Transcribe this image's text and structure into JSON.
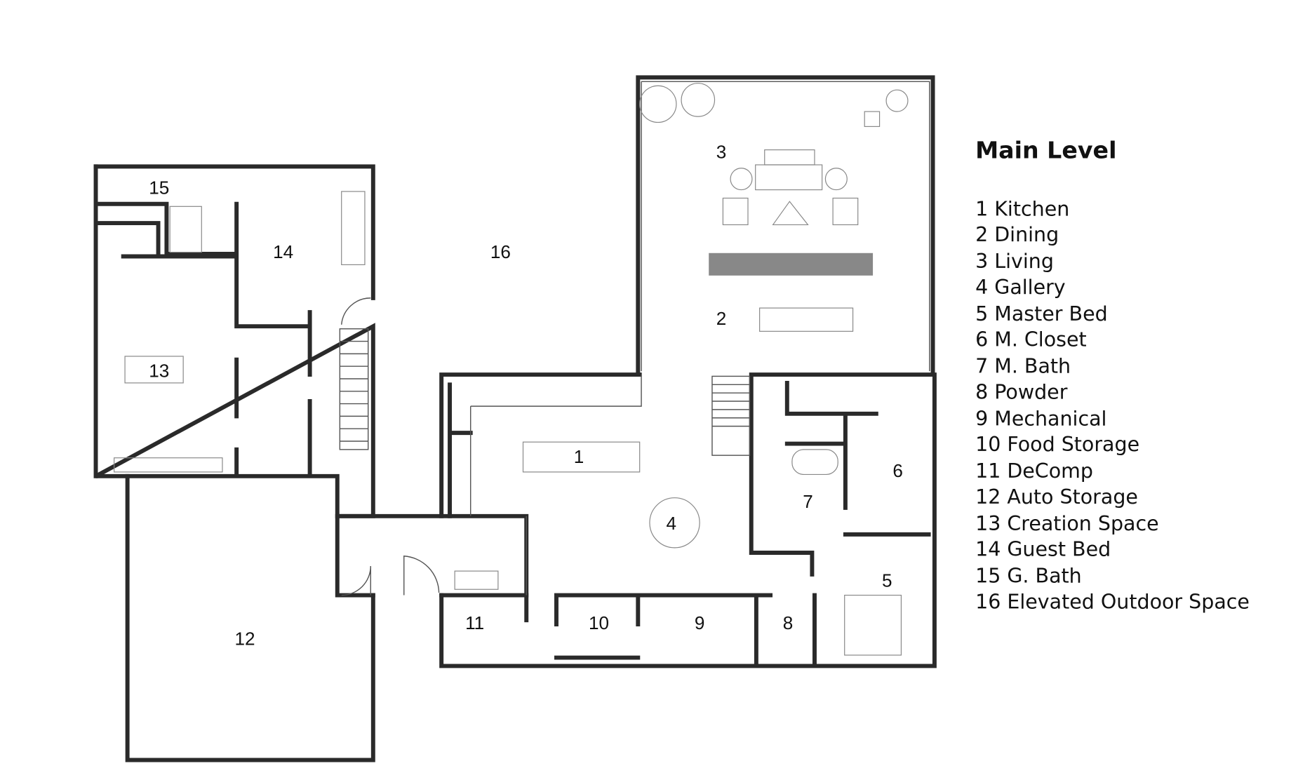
{
  "legend": {
    "title": "Main Level",
    "items": [
      "1 Kitchen",
      "2 Dining",
      "3 Living",
      "4 Gallery",
      "5 Master Bed",
      "6 M. Closet",
      "7 M. Bath",
      "8 Powder",
      "9 Mechanical",
      "10 Food Storage",
      "11 DeComp",
      "12 Auto Storage",
      "13 Creation Space",
      "14 Guest Bed",
      "15 G. Bath",
      "16 Elevated Outdoor Space"
    ]
  },
  "rooms": {
    "r1": "1",
    "r2": "2",
    "r3": "3",
    "r4": "4",
    "r5": "5",
    "r6": "6",
    "r7": "7",
    "r8": "8",
    "r9": "9",
    "r10": "10",
    "r11": "11",
    "r12": "12",
    "r13": "13",
    "r14": "14",
    "r15": "15",
    "r16": "16"
  },
  "colors": {
    "wall": "#2a2a2a",
    "fireplace": "#888888"
  }
}
